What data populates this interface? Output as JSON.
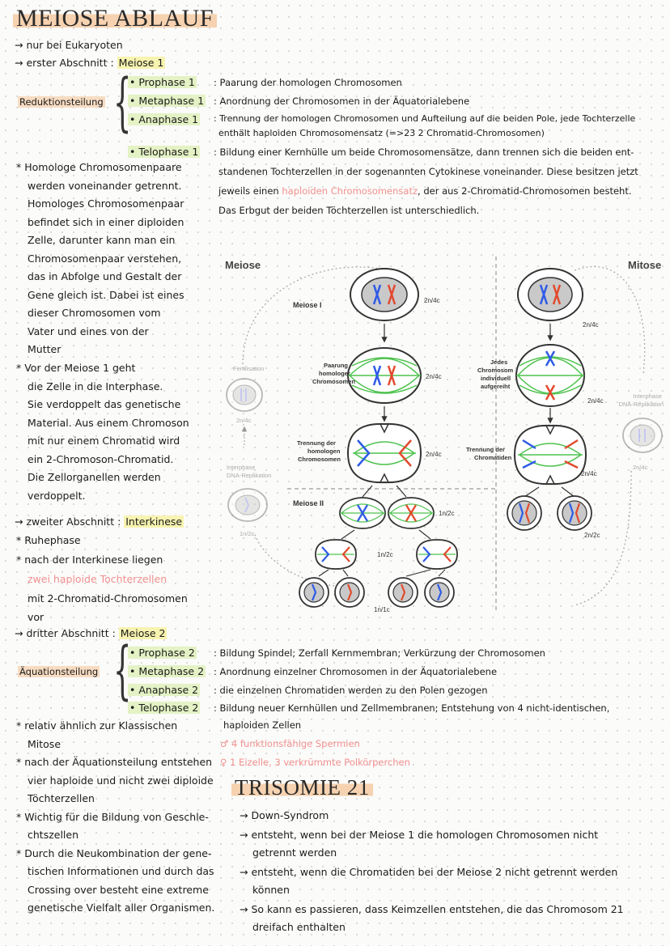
{
  "header": {
    "title": "MEIOSE ABLAUF"
  },
  "intro": {
    "line1": "→ nur bei Eukaryoten",
    "line2_prefix": "→ erster Abschnitt : ",
    "line2_hl": "Meiose 1"
  },
  "meiose1": {
    "group_label": "Reduktionsteilung",
    "phases": [
      {
        "name": "• Prophase 1",
        "desc": ": Paarung der homologen Chromosomen"
      },
      {
        "name": "• Metaphase 1",
        "desc": ": Anordnung der Chromosomen in der Äquatorialebene"
      },
      {
        "name": "• Anaphase 1",
        "desc": ": Trennung der homologen Chromosomen und Aufteilung auf die beiden Pole, jede Tochterzelle",
        "desc2": "enthält haploiden Chromosomensatz (=>23 2 Chromatid-Chromosomen)"
      },
      {
        "name": "• Telophase 1",
        "desc": ": Bildung einer Kernhülle um beide Chromosomensätze, dann trennen sich die beiden ent-"
      }
    ],
    "telophase_cont": [
      "standenen Tochterzellen in der sogenannten Cytokinese voneinander. Diese besitzen jetzt",
      "jeweils einen ",
      "haploiden Chromosomensatz",
      ", der aus 2-Chromatid-Chromosomen besteht.",
      "Das Erbgut der beiden Töchterzellen ist unterschiedlich."
    ]
  },
  "left_notes": {
    "homolog": [
      "* Homologe Chromosomenpaare",
      "werden voneinander getrennt.",
      "Homologes Chromosomenpaar",
      "befindet sich in einer diploiden",
      "Zelle, darunter kann man ein",
      "Chromosomenpaar verstehen,",
      "das in Abfolge und Gestalt der",
      "Gene gleich ist. Dabei ist eines",
      "dieser Chromosomen vom",
      "Vater und eines von der",
      "Mutter"
    ],
    "interphase": [
      "* Vor der Meiose 1 geht",
      "die Zelle in die Interphase.",
      "Sie verdoppelt das genetische",
      "Material. Aus einem Chromoson",
      "mit nur einem Chromatid wird",
      "ein 2-Chromoson-Chromatid.",
      "Die Zellorganellen werden",
      "verdoppelt."
    ],
    "interkinese_prefix": "→ zweiter Abschnitt : ",
    "interkinese_hl": "Interkinese",
    "ruhephase": "* Ruhephase",
    "after1": "* nach der Interkinese liegen",
    "after2": "zwei haploide Tochterzellen",
    "after3": "mit 2-Chromatid-Chromosomen",
    "after4": "vor",
    "meiose2_prefix": "→ dritter Abschnitt : ",
    "meiose2_hl": "Meiose 2"
  },
  "meiose2": {
    "group_label": "Äquationsteilung",
    "phases": [
      {
        "name": "• Prophase 2",
        "desc": ": Bildung Spindel; Zerfall Kernmembran; Verkürzung der Chromosomen"
      },
      {
        "name": "• Metaphase 2",
        "desc": ": Anordnung einzelner Chromosomen in der Äquatorialebene"
      },
      {
        "name": "• Anaphase 2",
        "desc": ": die einzelnen Chromatiden werden zu den Polen gezogen"
      },
      {
        "name": "• Telophase 2",
        "desc": ": Bildung neuer Kernhüllen und Zellmembranen; Entstehung von 4 nicht-identischen,",
        "desc2": "haploiden Zellen"
      }
    ],
    "male": "♂ 4 funktionsfähige Spermien",
    "female": "♀ 1 Eizelle, 3 verkrümmte Polkörperchen"
  },
  "bottom_notes": [
    "* relativ ähnlich zur Klassischen",
    "Mitose",
    "* nach der Äquationsteilung entstehen",
    "vier haploide und nicht zwei diploide",
    "Töchterzellen",
    "* Wichtig für die Bildung von Geschle-",
    "chtszellen",
    "* Durch die Neukombination der gene-",
    "tischen Informationen und durch das",
    "Crossing over besteht eine extreme",
    "genetische Vielfalt aller Organismen."
  ],
  "trisomie": {
    "title": "TRISOMIE 21",
    "items": [
      "→ Down-Syndrom",
      "→ entsteht, wenn bei der Meiose 1 die homologen Chromosomen nicht",
      "getrennt werden",
      "→ entsteht, wenn die Chromatiden bei der Meiose 2 nicht getrennt werden",
      "können",
      "→ So kann es passieren, dass Keimzellen entstehen, die das Chromosom 21",
      "dreifach enthalten"
    ]
  },
  "diagram": {
    "meiose_title": "Meiose",
    "mitose_title": "Mitose",
    "meiose1_label": "Meiose I",
    "meiose2_label": "Meiose II",
    "paarung": [
      "Paarung",
      "homologer",
      "Chromosomen"
    ],
    "trennung": [
      "Trennung der",
      "homologen",
      "Chromosomen"
    ],
    "jedes": [
      "Jedes",
      "Chromosom",
      "individuell",
      "aufgereiht"
    ],
    "trennung_chromatiden": [
      "Trennung der",
      "Chromatiden"
    ],
    "fertilisation": "Fertilisation",
    "interphase_left": [
      "Interphase",
      "DNA-Replikation"
    ],
    "interphase_right": [
      "Interphase",
      "DNA-Replikation"
    ],
    "ploidy": {
      "a": "2n/4c",
      "b": "2n/4c",
      "c": "2n/4c",
      "d": "1n/2c",
      "e": "1n/2c",
      "f": "1n/1c",
      "g": "2n/4c",
      "h": "2n/4c",
      "i": "2n/4c",
      "j": "2n/2c",
      "k": "2n/4c",
      "l": "1n/2c",
      "m": "2n/4c"
    }
  }
}
